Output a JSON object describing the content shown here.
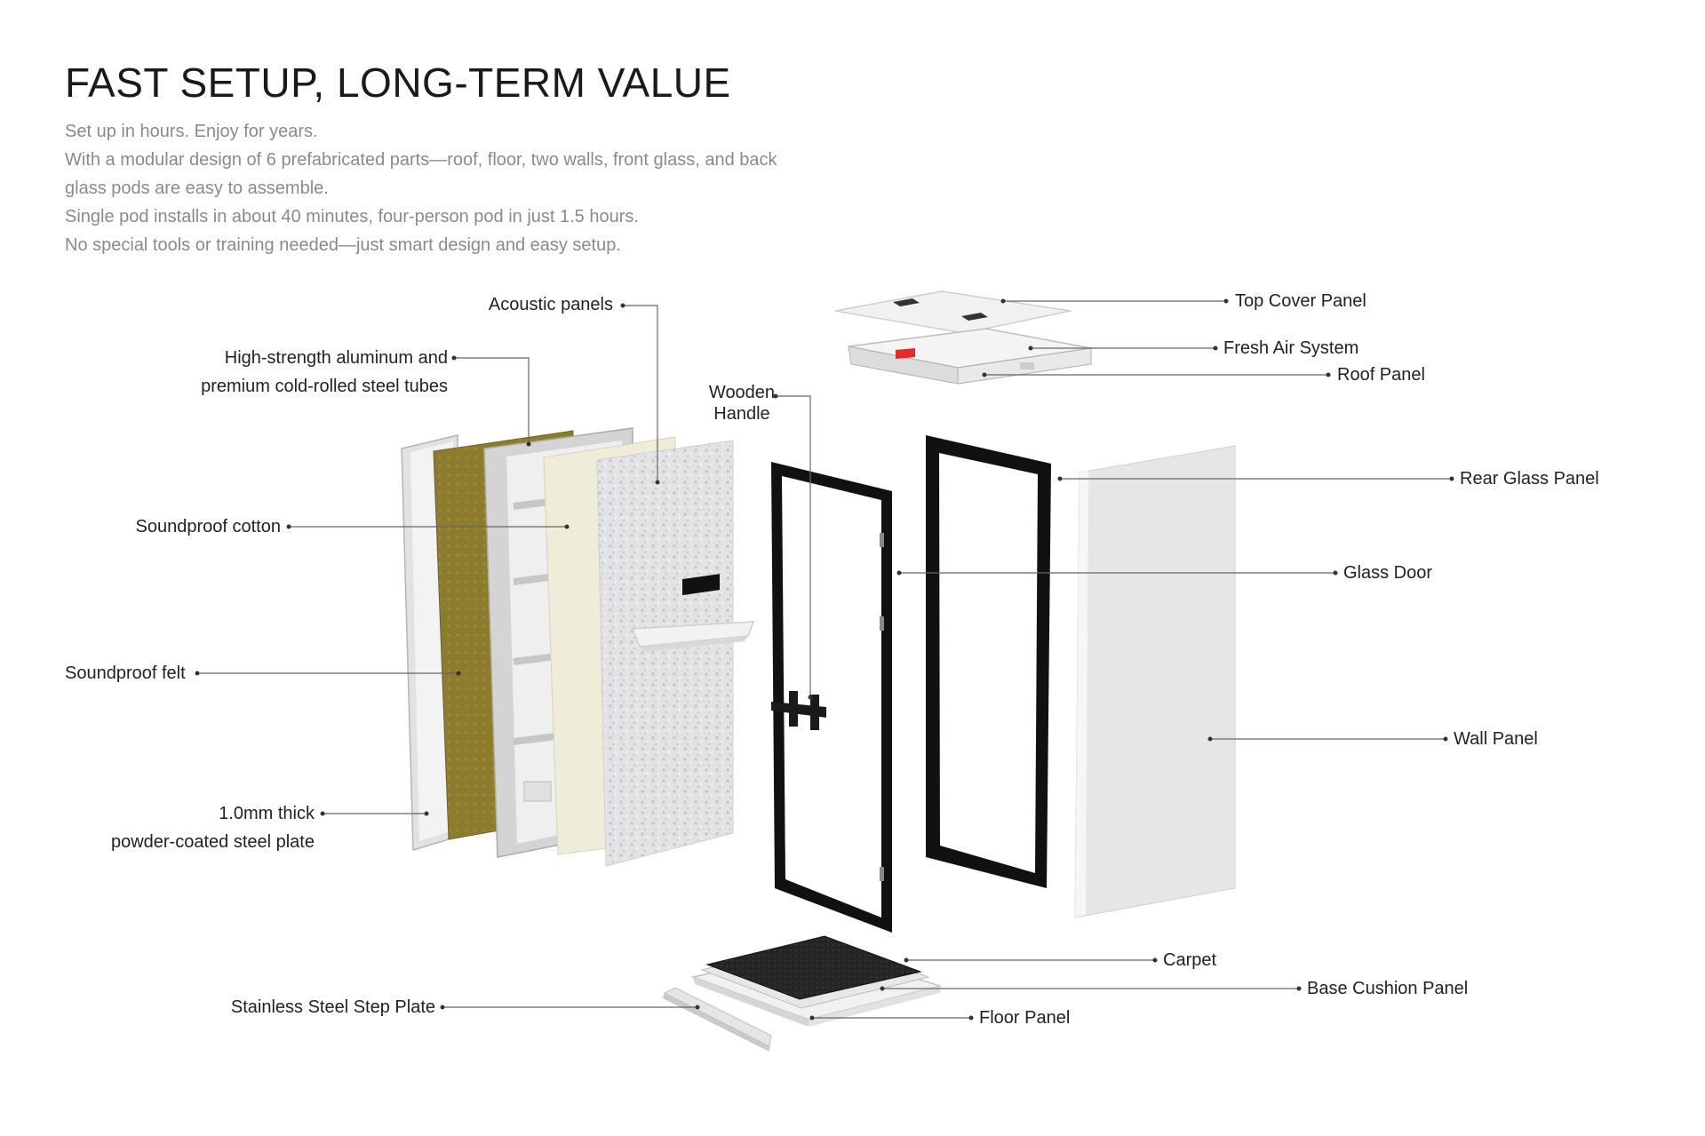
{
  "header": {
    "title": "FAST SETUP, LONG-TERM VALUE",
    "lines": [
      "Set up in hours. Enjoy for years.",
      "With a modular design of 6 prefabricated parts—roof, floor, two walls, front glass, and back",
      "glass pods are easy to assemble.",
      "Single pod installs in about 40 minutes, four-person pod in just 1.5 hours.",
      "No special tools or training needed—just smart design and easy setup."
    ]
  },
  "labels": {
    "acoustic_panels": "Acoustic panels",
    "aluminum_tubes_1": "High-strength aluminum and",
    "aluminum_tubes_2": "premium cold-rolled steel tubes",
    "soundproof_cotton": "Soundproof cotton",
    "soundproof_felt": "Soundproof felt",
    "steel_plate_1": "1.0mm thick",
    "steel_plate_2": "powder-coated steel plate",
    "wooden_handle_1": "Wooden",
    "wooden_handle_2": "Handle",
    "top_cover_panel": "Top Cover Panel",
    "fresh_air_system": "Fresh Air System",
    "roof_panel": "Roof Panel",
    "rear_glass_panel": "Rear Glass Panel",
    "glass_door": "Glass Door",
    "wall_panel": "Wall Panel",
    "carpet": "Carpet",
    "base_cushion_panel": "Base Cushion Panel",
    "floor_panel": "Floor Panel",
    "step_plate": "Stainless Steel Step Plate"
  },
  "colors": {
    "felt_gold": "#8a7a2c",
    "cotton_cream": "#efebd8",
    "frame_grey": "#d9d9d9",
    "door_black": "#111111",
    "leader_line": "#555555",
    "accent_red": "#e8292c"
  }
}
